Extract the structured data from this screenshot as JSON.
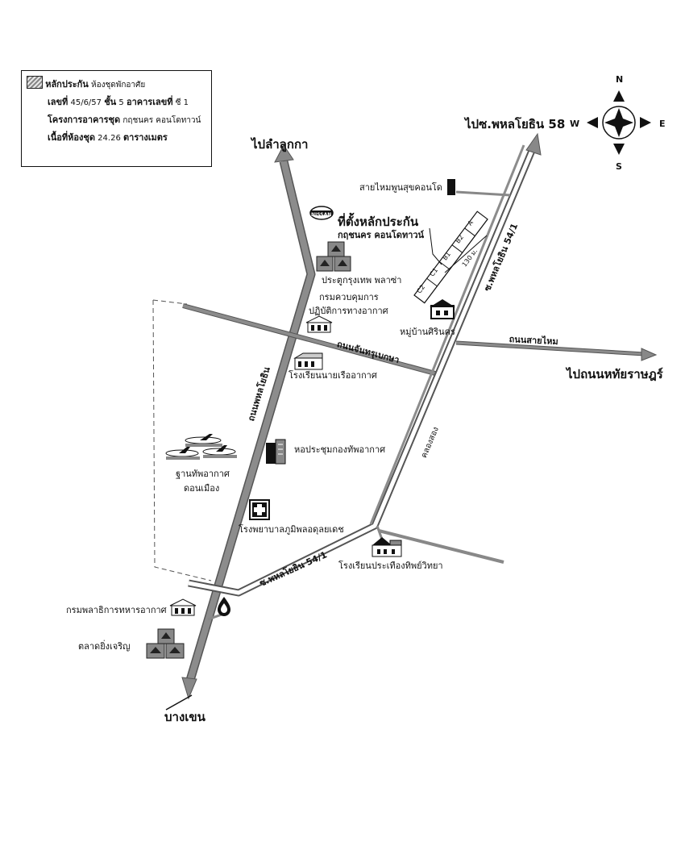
{
  "legend": {
    "title_bold": "หลักประกัน",
    "title_rest": "ห้องชุดพักอาศัย",
    "no_label": "เลขที่",
    "no_value": "45/6/57",
    "floor_label": "ชั้น",
    "floor_value": "5",
    "building_label": "อาคารเลขที่",
    "building_value": "ซี 1",
    "project_label": "โครงการอาคารชุด",
    "project_value": "กฤชนคร คอนโดทาวน์",
    "area_label": "เนื้อที่ห้องชุด",
    "area_value": "24.26",
    "area_unit": "ตารางเมตร"
  },
  "compass": {
    "n": "N",
    "s": "S",
    "e": "E",
    "w": "W"
  },
  "directions": {
    "to_phahon58": "ไปซ.พหลโยธิน 58",
    "to_lamlukka": "ไปลำลูกกา",
    "to_nontharat": "ไปถนนหทัยราษฎร์",
    "to_bangkhen": "บางเขน"
  },
  "roads": {
    "phahon": "ถนนพหลโยธิน",
    "chantharupbeksa": "ถนนจันทรุเบกษา",
    "saimai": "ถนนสายไหม",
    "soi_541_upper": "ซ.พหลโยธิน 54/1",
    "soi_541_lower": "ซ.พหลโยธิน 54/1",
    "canal": "คลองสอง"
  },
  "site": {
    "title": "ที่ตั้งหลักประกัน",
    "project": "กฤชนคร คอนโดทาวน์",
    "distance": "130 ม.",
    "buildings": [
      "C2",
      "C1",
      "B1",
      "B2",
      "A"
    ],
    "nissan": "NISSAN"
  },
  "landmarks": {
    "saimai_condo": "สายไหมพูนสุขคอนโด",
    "pratu_plaza": "ประตูกรุงเทพ พลาซ่า",
    "weather_1": "กรมควบคุมการ",
    "weather_2": "ปฏิบัติการทางอากาศ",
    "sirinakorn": "หมู่บ้านศิรินคร",
    "navy_school": "โรงเรียนนายเรืออากาศ",
    "airbase_1": "ฐานทัพอากาศ",
    "airbase_2": "ดอนเมือง",
    "hall": "หอประชุมกองทัพอากาศ",
    "hospital": "โรงพยาบาลภูมิพลอดุลยเดช",
    "school2": "โรงเรียนประเทืองทิพย์วิทยา",
    "airforce_dept": "กรมพลาธิการทหารอากาศ",
    "market": "ตลาดยิ่งเจริญ"
  },
  "colors": {
    "road": "#888888",
    "road_edge": "#555555",
    "ink": "#111111"
  }
}
